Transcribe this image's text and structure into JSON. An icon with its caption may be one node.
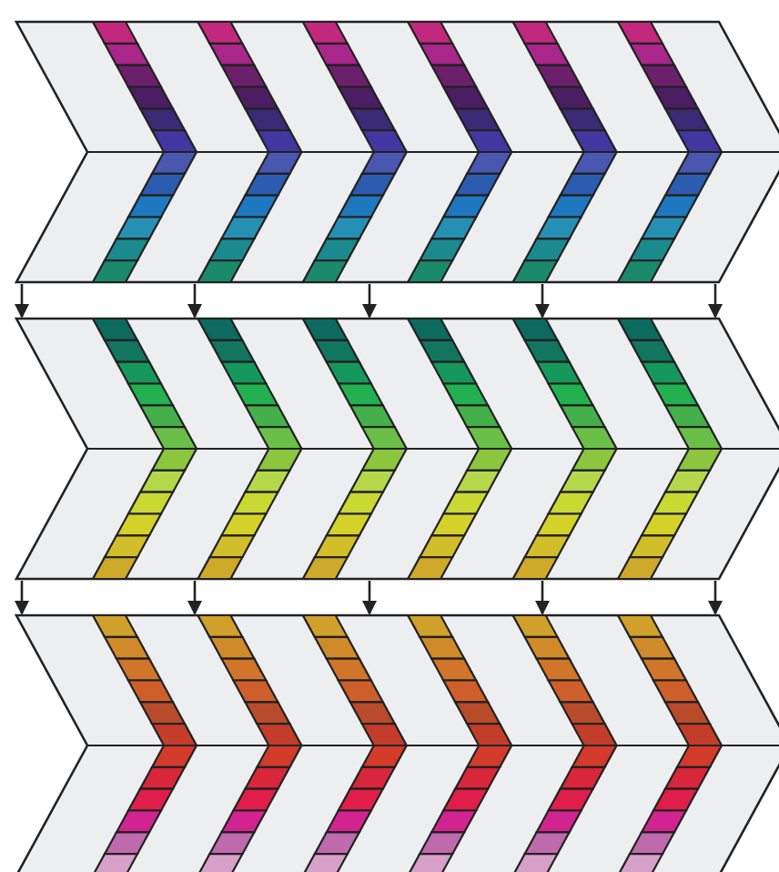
{
  "diagram": {
    "nodes": [
      {
        "text": [],
        "shape": "band"
      },
      {
        "text": [],
        "shape": "band"
      },
      {
        "text": [],
        "shape": "band"
      }
    ],
    "edges": [
      {
        "from": 0,
        "to": 1,
        "arrow": "to"
      },
      {
        "from": 0,
        "to": 1,
        "arrow": "to"
      },
      {
        "from": 0,
        "to": 1,
        "arrow": "to"
      },
      {
        "from": 0,
        "to": 1,
        "arrow": "to"
      },
      {
        "from": 0,
        "to": 1,
        "arrow": "to"
      },
      {
        "from": 1,
        "to": 2,
        "arrow": "to"
      },
      {
        "from": 1,
        "to": 2,
        "arrow": "to"
      },
      {
        "from": 1,
        "to": 2,
        "arrow": "to"
      },
      {
        "from": 1,
        "to": 2,
        "arrow": "to"
      },
      {
        "from": 1,
        "to": 2,
        "arrow": "to"
      }
    ]
  }
}
